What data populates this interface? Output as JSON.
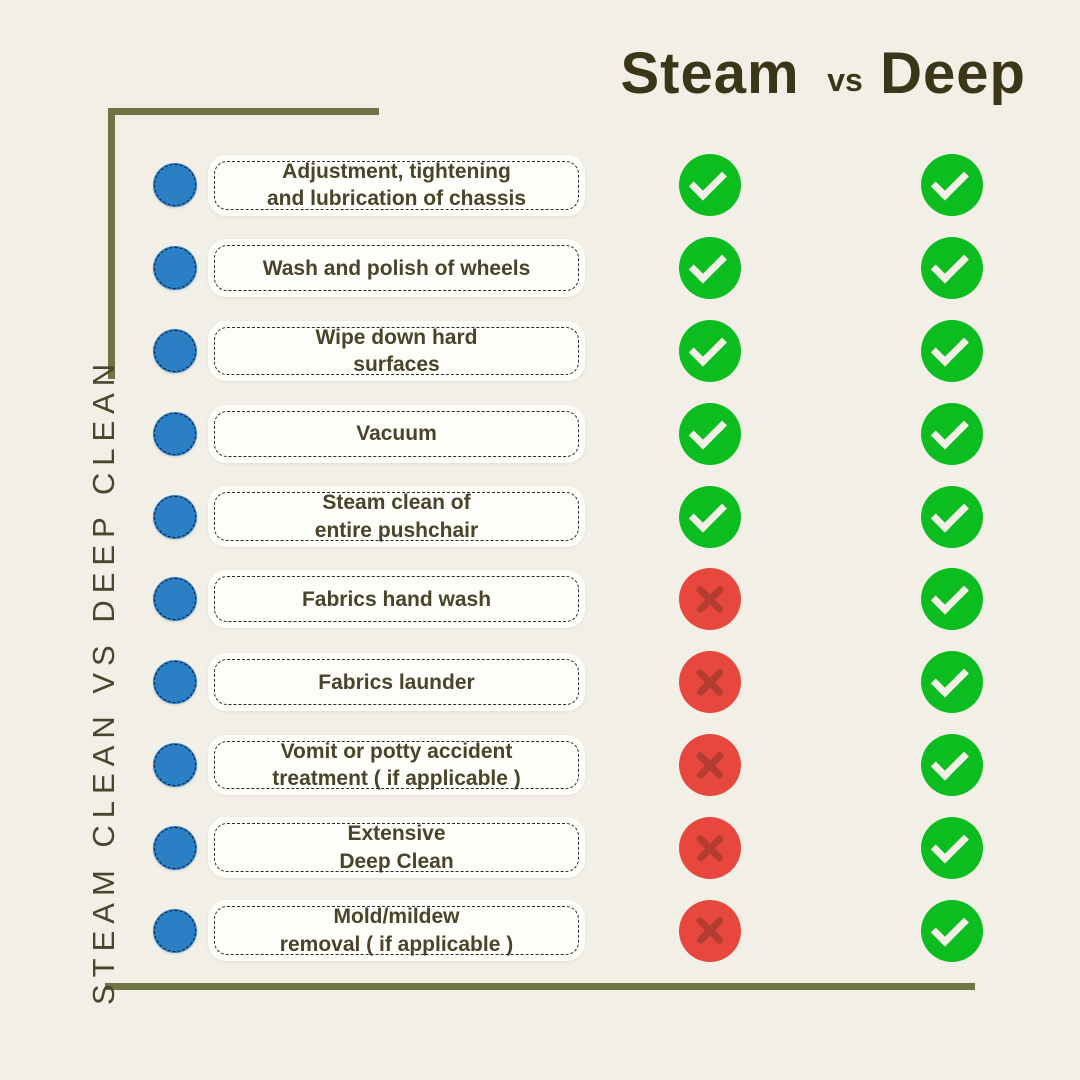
{
  "title": {
    "left_word": "Steam",
    "separator": "vs",
    "right_word": "Deep"
  },
  "side_label": "STEAM CLEAN VS DEEP CLEAN",
  "columns": [
    "Steam",
    "Deep"
  ],
  "rows": [
    {
      "label": "Adjustment, tightening\nand lubrication of chassis",
      "steam": "yes",
      "deep": "yes"
    },
    {
      "label": "Wash and polish of wheels",
      "steam": "yes",
      "deep": "yes"
    },
    {
      "label": "Wipe down hard\nsurfaces",
      "steam": "yes",
      "deep": "yes"
    },
    {
      "label": "Vacuum",
      "steam": "yes",
      "deep": "yes"
    },
    {
      "label": "Steam clean of\nentire pushchair",
      "steam": "yes",
      "deep": "yes"
    },
    {
      "label": "Fabrics hand wash",
      "steam": "no",
      "deep": "yes"
    },
    {
      "label": "Fabrics launder",
      "steam": "no",
      "deep": "yes"
    },
    {
      "label": "Vomit or potty accident\ntreatment ( if applicable )",
      "steam": "no",
      "deep": "yes"
    },
    {
      "label": "Extensive\nDeep Clean",
      "steam": "no",
      "deep": "yes"
    },
    {
      "label": "Mold/mildew\nremoval ( if applicable )",
      "steam": "no",
      "deep": "yes"
    }
  ],
  "colors": {
    "background": "#f2efe7",
    "title_text": "#3b3618",
    "side_text": "#4b452c",
    "accent_olive": "#6f7444",
    "bullet_blue": "#2b80c5",
    "box_bg": "#fdfdfa",
    "label_text": "#4a4429",
    "check_green": "#0cbd1f",
    "mark_cream": "#f3f0e7",
    "cross_red": "#e8473d",
    "xmark_dark": "#b53c31"
  }
}
